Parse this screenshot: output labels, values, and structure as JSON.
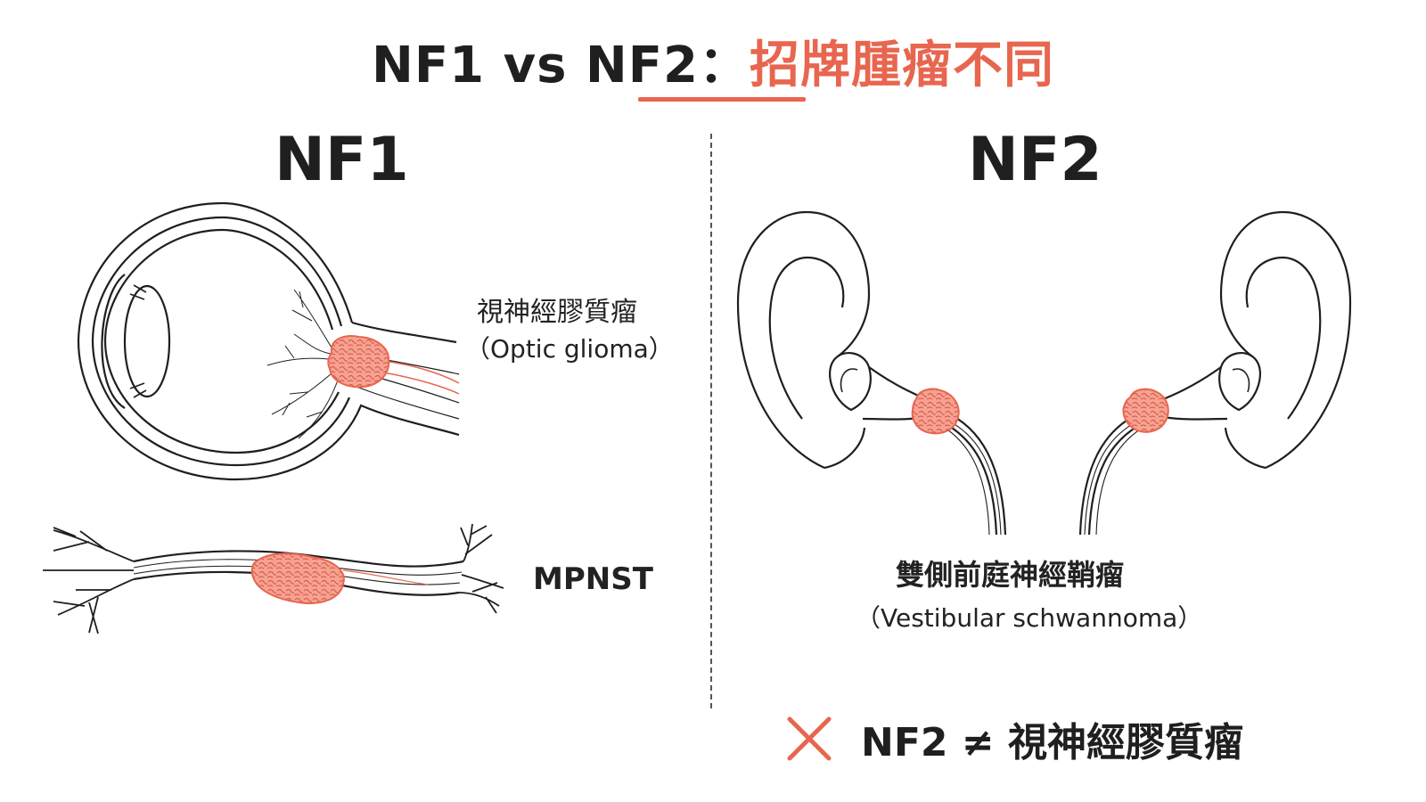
{
  "header": {
    "title_main": "NF1 vs NF2：",
    "title_accent": "招牌腫瘤不同"
  },
  "columns": {
    "nf1": {
      "heading": "NF1",
      "optic_label_zh": "視神經膠質瘤",
      "optic_label_en": "（Optic glioma）",
      "mpnst_label": "MPNST"
    },
    "nf2": {
      "heading": "NF2",
      "schwannoma_label_zh": "雙側前庭神經鞘瘤",
      "schwannoma_label_en": "（Vestibular schwannoma）"
    }
  },
  "footnote": {
    "text": "NF2 ≠ 視神經膠質瘤"
  },
  "colors": {
    "accent": "#e8664f",
    "tumor_fill": "#f5a293",
    "line": "#1f1f1f"
  },
  "icons": {
    "cross": "cross-icon"
  }
}
